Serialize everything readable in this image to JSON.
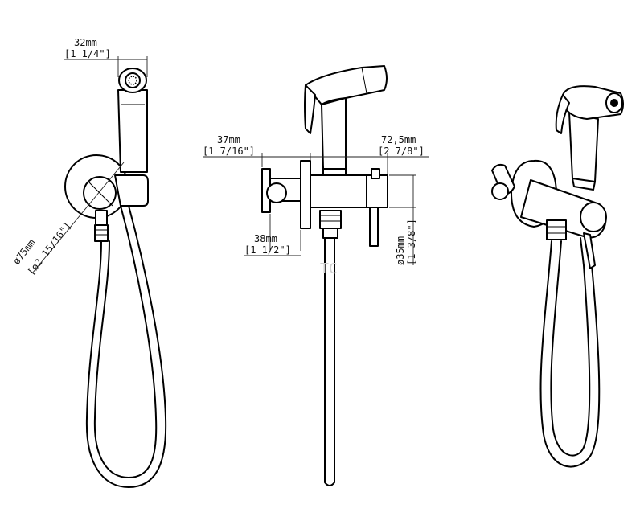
{
  "dimensions": {
    "nozzle_width": {
      "metric": "32mm",
      "imperial": "[1 1/4\"]"
    },
    "plate_diameter": {
      "metric": "ø75mm",
      "imperial": "[ø2 15/16\"]"
    },
    "wall_to_body": {
      "metric": "37mm",
      "imperial": "[1 7/16\"]"
    },
    "body_length": {
      "metric": "72,5mm",
      "imperial": "[2 7/8\"]"
    },
    "bracket_offset": {
      "metric": "38mm",
      "imperial": "[1 1/2\"]"
    },
    "body_diameter": {
      "metric": "ø35mm",
      "imperial": "[1 3/8\"]"
    }
  },
  "views": [
    "front-view",
    "side-view",
    "perspective-view"
  ]
}
